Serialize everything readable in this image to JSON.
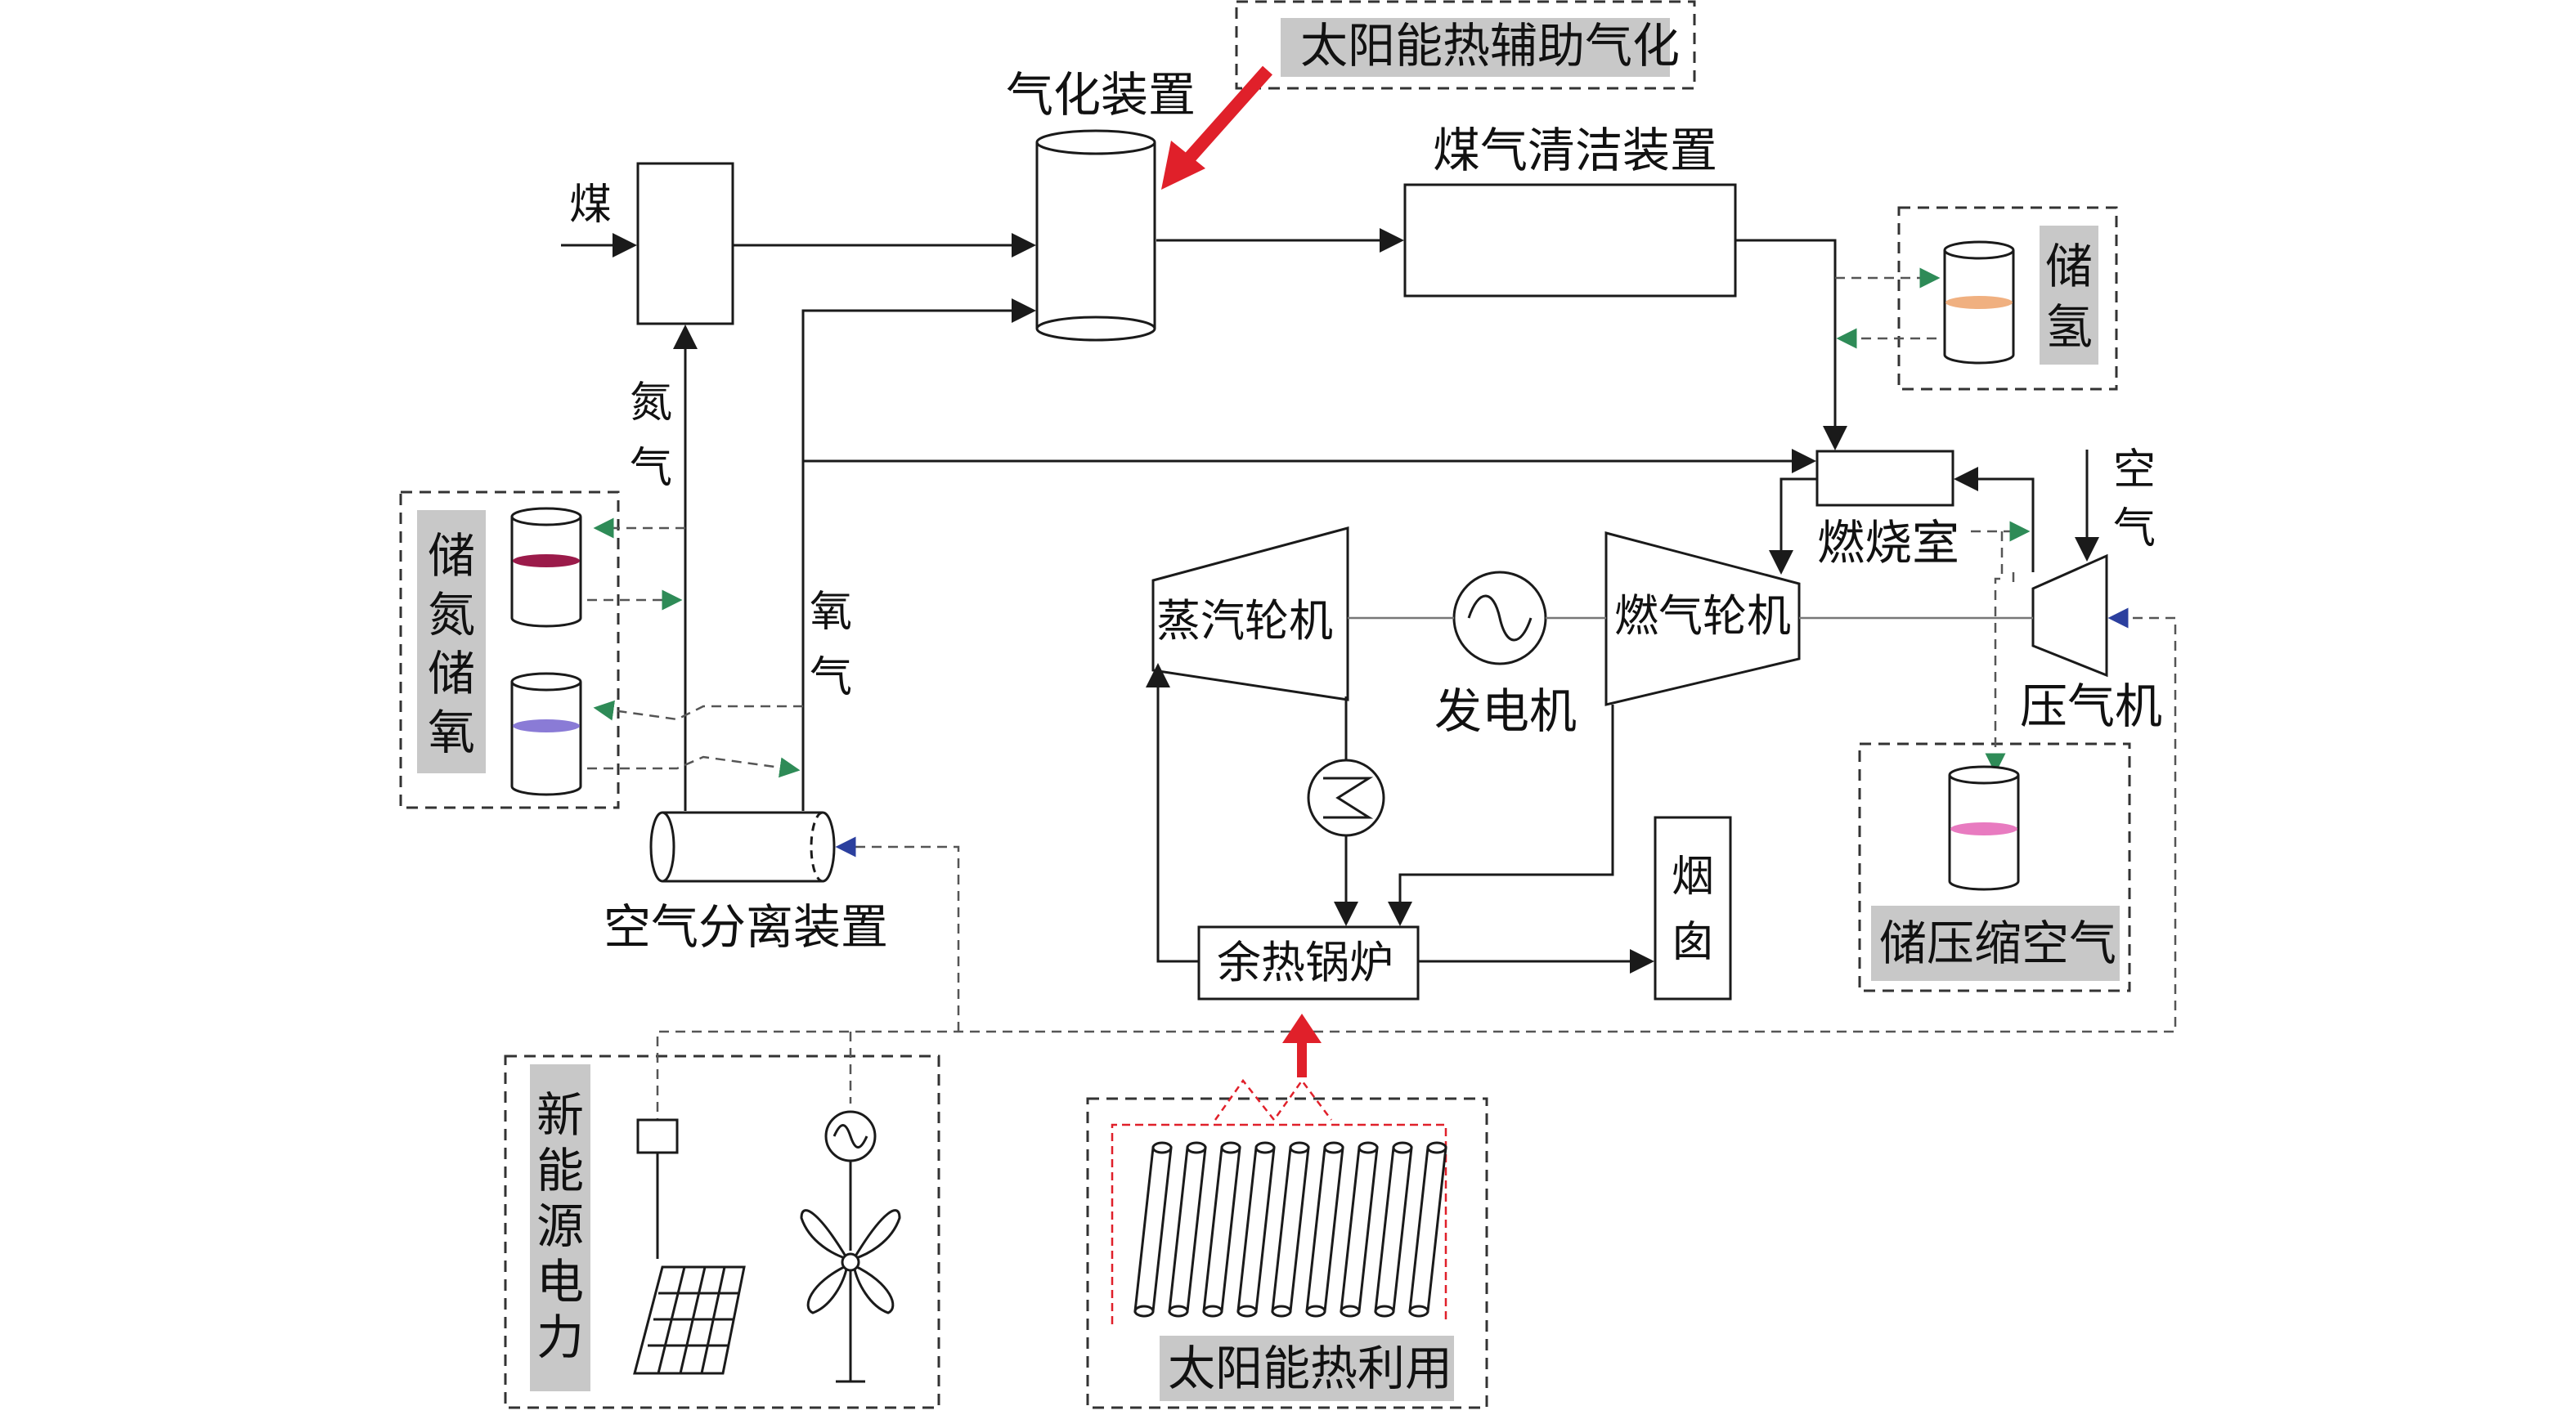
{
  "labels": {
    "coal": "煤",
    "gasifier": "气化装置",
    "solar_gasification": "太阳能热辅助气化",
    "gas_cleaning": "煤气清洁装置",
    "hydrogen_storage": "储氢",
    "nitrogen_gas": "氮气",
    "oxygen_gas": "氧气",
    "storage_n2_o2": "储氮储氧",
    "air_separation": "空气分离装置",
    "combustor": "燃烧室",
    "air": "空气",
    "steam_turbine": "蒸汽轮机",
    "generator": "发电机",
    "gas_turbine": "燃气轮机",
    "compressor": "压气机",
    "hrsg": "余热锅炉",
    "chimney": "烟囱",
    "compressed_air_storage": "储压缩空气",
    "new_energy_power": "新能源电力",
    "solar_thermal": "太阳能热利用"
  },
  "colors": {
    "line": "#1a1a1a",
    "dash_gray": "#555555",
    "highlight_bg": "#c8c8c8",
    "solar_arrow": "#e0202a",
    "green_arrow": "#2e8b57",
    "blue_arrow": "#2b3f9e",
    "n2_band": "#9b1b4a",
    "o2_band": "#8a7bd6",
    "h2_band": "#f0b080",
    "air_band": "#e87bc0"
  },
  "icons": [
    "sine-wave-icon",
    "heat-exchanger-icon",
    "solar-panel-icon",
    "wind-turbine-icon",
    "solar-collector-tubes-icon"
  ]
}
